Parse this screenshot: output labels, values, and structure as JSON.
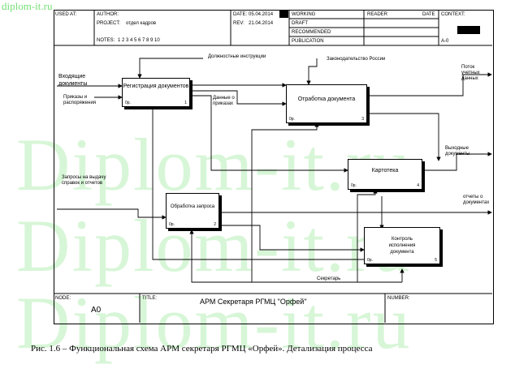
{
  "watermark": {
    "top_text": "diplom-it.ru",
    "big_text": "Diplom-it.ru"
  },
  "header": {
    "used_at": "USED AT:",
    "author_label": "AUTHOR:",
    "project_label": "PROJECT:",
    "project_value": "отдел кадров",
    "date_label": "DATE:",
    "date_value": "05.04.2014",
    "rev_label": "REV:",
    "rev_value": "21.04.2014",
    "notes_label": "NOTES:",
    "notes_value": "1  2  3  4  5  6  7  8  9  10",
    "status": [
      "WORKING",
      "DRAFT",
      "RECOMMENDED",
      "PUBLICATION"
    ],
    "reader_label": "READER",
    "date2_label": "DATE",
    "context_label": "CONTEXT:",
    "node_ref": "A-0"
  },
  "boxes": [
    {
      "title": "Регистрация документов",
      "cost": "0р.",
      "num": "1"
    },
    {
      "title": "Отработка документа",
      "cost": "0р.",
      "num": "3"
    },
    {
      "title": "Картотека",
      "cost": "0р.",
      "num": "4"
    },
    {
      "title": "Обработка запроса",
      "cost": "0р.",
      "num": "2"
    },
    {
      "title": "Контроль исполнения документа",
      "cost": "0р.",
      "num": "5"
    }
  ],
  "arrow_labels": {
    "job_instructions": "Должностные инструкции",
    "legislation": "Законодательство России",
    "incoming_docs": "Входящие документы",
    "orders": "Приказы и распоряжения",
    "orders_data": "Данные о приказах",
    "accounting_flow": "Поток учетных данных",
    "outgoing_docs": "Выходные документы",
    "requests": "Запросы на выдачу справок и отчетов",
    "reports": "отчеты о документах",
    "secretary": "Секретарь"
  },
  "footer": {
    "node_label": "NODE:",
    "node_value": "A0",
    "title_label": "TITLE:",
    "title_value": "АРМ Секретаря  РГМЦ \"Орфей\"",
    "number_label": "NUMBER:"
  },
  "caption": "Рис. 1.6 – Функциональная схема АРМ секретаря РГМЦ «Орфей». Детализация процесса"
}
